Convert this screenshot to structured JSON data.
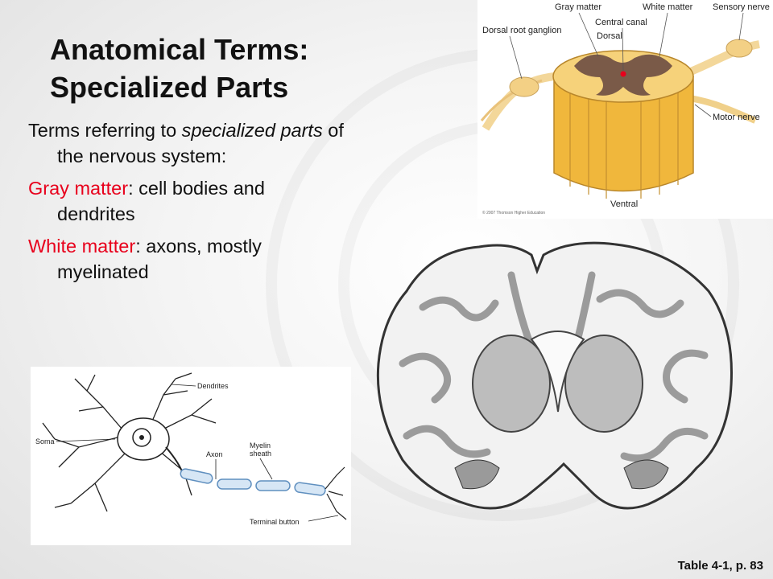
{
  "slide": {
    "title_line1": "Anatomical Terms:",
    "title_line2": "Specialized Parts",
    "intro_pre": "Terms referring to ",
    "intro_em": "specialized parts",
    "intro_post": " of the nervous system:",
    "gray_term": "Gray matter",
    "gray_def": ":  cell bodies and dendrites",
    "white_term": "White matter",
    "white_def": ":  axons, mostly myelinated",
    "caption": "Table 4-1, p. 83"
  },
  "spinal_labels": {
    "gray_matter": "Gray matter",
    "white_matter": "White matter",
    "sensory_nerve": "Sensory nerve",
    "central_canal": "Central canal",
    "dorsal_root_ganglion": "Dorsal root ganglion",
    "dorsal": "Dorsal",
    "motor_nerve": "Motor nerve",
    "ventral": "Ventral",
    "copyright": "© 2007 Thomson Higher Education"
  },
  "neuron_labels": {
    "dendrites": "Dendrites",
    "soma": "Soma",
    "axon": "Axon",
    "myelin_line1": "Myelin",
    "myelin_line2": "sheath",
    "terminal_button": "Terminal button"
  },
  "colors": {
    "accent_red": "#e8001c",
    "white_matter_yellow": "#f5c96b",
    "gray_matter_brown": "#7a5a48",
    "myelin_blue": "#8fb4d6"
  }
}
